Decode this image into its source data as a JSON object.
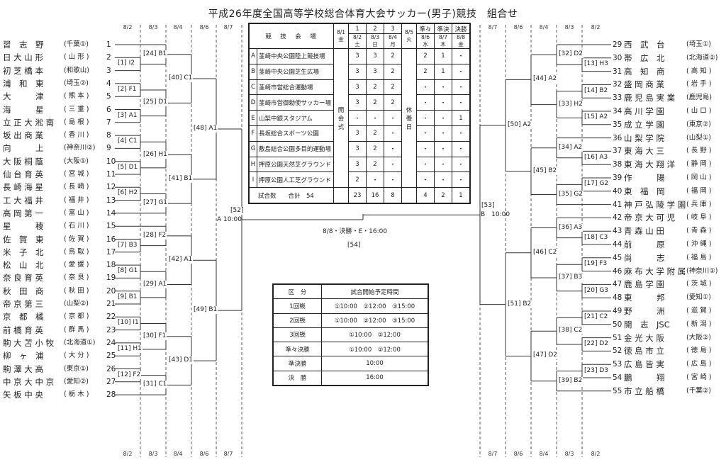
{
  "title": "平成26年度全国高等学校総合体育大会サッカー(男子)競技　組合せ",
  "round_dates": {
    "left": [
      "8/2",
      "8/3",
      "8/4",
      "8/6",
      "8/7"
    ],
    "right": [
      "8/7",
      "8/6",
      "8/4",
      "8/3",
      "8/2"
    ]
  },
  "left_teams": [
    {
      "no": "1",
      "name": "習　志　野",
      "pref": "(千葉①)"
    },
    {
      "no": "2",
      "name": "日 大 山 形",
      "pref": "( 山 形 )"
    },
    {
      "no": "3",
      "name": "初 芝 橋 本",
      "pref": "(和歌山)"
    },
    {
      "no": "4",
      "name": "浦　和　東",
      "pref": "(埼玉②)"
    },
    {
      "no": "5",
      "name": "大　　　津",
      "pref": "( 熊 本 )"
    },
    {
      "no": "6",
      "name": "海　　　星",
      "pref": "( 三 重 )"
    },
    {
      "no": "7",
      "name": "立 正 大 淞 南",
      "pref": "( 島 根 )"
    },
    {
      "no": "8",
      "name": "坂 出 商 業",
      "pref": "( 香 川 )"
    },
    {
      "no": "9",
      "name": "向　　　上",
      "pref": "(神奈川②)"
    },
    {
      "no": "10",
      "name": "大 阪 桐 蔭",
      "pref": "(大阪①)"
    },
    {
      "no": "11",
      "name": "仙 台 育 英",
      "pref": "( 宮 城 )"
    },
    {
      "no": "12",
      "name": "長 崎 海 星",
      "pref": "( 長 崎 )"
    },
    {
      "no": "13",
      "name": "工 大 福 井",
      "pref": "( 福 井 )"
    },
    {
      "no": "14",
      "name": "高 岡 第 一",
      "pref": "( 富 山 )"
    },
    {
      "no": "15",
      "name": "星　　　稜",
      "pref": "( 石 川 )"
    },
    {
      "no": "16",
      "name": "佐　賀　東",
      "pref": "( 佐 賀 )"
    },
    {
      "no": "17",
      "name": "米　子　北",
      "pref": "( 鳥 取 )"
    },
    {
      "no": "18",
      "name": "松　山　北",
      "pref": "( 愛 媛 )"
    },
    {
      "no": "19",
      "name": "奈 良 育 英",
      "pref": "( 奈 良 )"
    },
    {
      "no": "20",
      "name": "秋　田　商",
      "pref": "( 秋 田 )"
    },
    {
      "no": "21",
      "name": "帝 京 第 三",
      "pref": "(山梨②)"
    },
    {
      "no": "22",
      "name": "京　都　橘",
      "pref": "( 京 都 )"
    },
    {
      "no": "23",
      "name": "前 橋 育 英",
      "pref": "( 群 馬 )"
    },
    {
      "no": "24",
      "name": "駒 大 苫 小 牧",
      "pref": "(北海道①)"
    },
    {
      "no": "25",
      "name": "柳　ヶ　浦",
      "pref": "( 大 分 )"
    },
    {
      "no": "26",
      "name": "駒 澤 大 高",
      "pref": "(東京①)"
    },
    {
      "no": "27",
      "name": "中 京 大 中 京",
      "pref": "(愛知②)"
    },
    {
      "no": "28",
      "name": "矢 板 中 央",
      "pref": "( 栃 木 )"
    }
  ],
  "right_teams": [
    {
      "no": "29",
      "name": "西　武　台",
      "pref": "(埼玉①)"
    },
    {
      "no": "30",
      "name": "帯　広　北",
      "pref": "(北海道②)"
    },
    {
      "no": "31",
      "name": "高　知　商",
      "pref": "( 高 知 )"
    },
    {
      "no": "32",
      "name": "盛 岡 商 業",
      "pref": "( 岩 手 )"
    },
    {
      "no": "33",
      "name": "鹿 児 島 実 業",
      "pref": "(鹿児島)"
    },
    {
      "no": "34",
      "name": "高 川 学 園",
      "pref": "( 山 口 )"
    },
    {
      "no": "35",
      "name": "成 立 学 園",
      "pref": "(東京②)"
    },
    {
      "no": "36",
      "name": "山 梨 学 院",
      "pref": "(山梨①)"
    },
    {
      "no": "37",
      "name": "東 海 大 三",
      "pref": "( 長 野 )"
    },
    {
      "no": "38",
      "name": "東 海 大 翔 洋",
      "pref": "( 静 岡 )"
    },
    {
      "no": "39",
      "name": "作　　　陽",
      "pref": "( 岡 山 )"
    },
    {
      "no": "40",
      "name": "東　福　岡",
      "pref": "( 福 岡 )"
    },
    {
      "no": "41",
      "name": "神 戸 弘 陵 学 園",
      "pref": "( 兵 庫 )"
    },
    {
      "no": "42",
      "name": "帝 京 大 可 児",
      "pref": "( 岐 阜 )"
    },
    {
      "no": "43",
      "name": "青 森 山 田",
      "pref": "( 青 森 )"
    },
    {
      "no": "44",
      "name": "前　　　原",
      "pref": "( 沖 縄 )"
    },
    {
      "no": "45",
      "name": "尚　　　志",
      "pref": "( 福 島 )"
    },
    {
      "no": "46",
      "name": "麻 布 大 学 附 属",
      "pref": "(神奈川①)"
    },
    {
      "no": "47",
      "name": "鹿 島 学 園",
      "pref": "( 茨 城 )"
    },
    {
      "no": "48",
      "name": "東　　　邦",
      "pref": "(愛知①)"
    },
    {
      "no": "49",
      "name": "野　　　洲",
      "pref": "( 滋 賀 )"
    },
    {
      "no": "50",
      "name": "開　志　JSC",
      "pref": "( 新 潟 )"
    },
    {
      "no": "51",
      "name": "金 光 大 阪",
      "pref": "(大阪②)"
    },
    {
      "no": "52",
      "name": "徳 島 市 立",
      "pref": "( 徳 島 )"
    },
    {
      "no": "53",
      "name": "広 島 皆 実",
      "pref": "( 広 島 )"
    },
    {
      "no": "54",
      "name": "鵬　　　翔",
      "pref": "( 宮 崎 )"
    },
    {
      "no": "55",
      "name": "市 立 船 橋",
      "pref": "(千葉②)"
    }
  ],
  "match_labels": {
    "left": [
      "[24] B1",
      "[1] I2",
      "[40] C1",
      "[2] F1",
      "[25] D1",
      "[3] A1",
      "[48] A1",
      "[4] C1",
      "[26] H1",
      "[5] D1",
      "[41] B1",
      "[6] H2",
      "[27] G1",
      "[52]",
      "A 10:00",
      "[28] F2",
      "[7] B3",
      "[42] A1",
      "[8] G1",
      "[29] A1",
      "[9] B1",
      "[49] B1",
      "[10] I1",
      "[30] F1",
      "[11] H1",
      "[43] D1",
      "[12] F2",
      "[31] C1"
    ],
    "right": [
      "[32] D2",
      "[13] H3",
      "[44] A2",
      "[14] B2",
      "[33] H2",
      "[15] A2",
      "[50] A2",
      "[34] A2",
      "[16] A3",
      "[45] B2",
      "[17] G2",
      "[35] G2",
      "[53]",
      "B　10:00",
      "[36] A3",
      "[18] C3",
      "[46] C2",
      "[19] F3",
      "[37] B3",
      "[20] G3",
      "[51] B2",
      "[21] C2",
      "[38] C2",
      "[22] D2",
      "[47] D2",
      "[23] D3",
      "[39] B2"
    ]
  },
  "final": {
    "label": "8/8・決勝・E・16:00",
    "match": "[54]"
  },
  "venue_table": {
    "header": {
      "venue": "競　技　会　場",
      "rounds": [
        "1",
        "2",
        "3",
        "準々",
        "準決",
        "決勝"
      ],
      "dates": [
        "8/1\n金",
        "8/2\n土",
        "8/3\n日",
        "8/4\n月",
        "8/5\n火",
        "8/6\n水",
        "8/7\n木",
        "8/8\n金"
      ]
    },
    "opening": "開\n会\n式",
    "rest": "休\n養\n日",
    "rows": [
      {
        "code": "A",
        "name": "韮崎中央公園陸上競技場",
        "v": [
          "3",
          "3",
          "2",
          "2",
          "1",
          "・"
        ]
      },
      {
        "code": "B",
        "name": "韮崎中央公園芝生広場",
        "v": [
          "3",
          "3",
          "2",
          "2",
          "1",
          "・"
        ]
      },
      {
        "code": "C",
        "name": "韮崎市営総合運動場",
        "v": [
          "3",
          "2",
          "2",
          "・",
          "・",
          "・"
        ]
      },
      {
        "code": "D",
        "name": "韮崎市営御勅使サッカー場",
        "v": [
          "3",
          "2",
          "2",
          "・",
          "・",
          "・"
        ]
      },
      {
        "code": "E",
        "name": "山梨中銀スタジアム",
        "v": [
          "・",
          "・",
          "・",
          "・",
          "・",
          "1"
        ]
      },
      {
        "code": "F",
        "name": "長坂総合スポーツ公園",
        "v": [
          "3",
          "2",
          "・",
          "・",
          "・",
          "・"
        ]
      },
      {
        "code": "G",
        "name": "敷島総合公園多目的運動場",
        "v": [
          "3",
          "2",
          "・",
          "・",
          "・",
          "・"
        ]
      },
      {
        "code": "H",
        "name": "押原公園天然芝グラウンド",
        "v": [
          "3",
          "2",
          "・",
          "・",
          "・",
          "・"
        ]
      },
      {
        "code": "I",
        "name": "押原公園人工芝グラウンド",
        "v": [
          "2",
          "・",
          "・",
          "・",
          "・",
          "・"
        ]
      }
    ],
    "total": {
      "label": "試合数　　合計　54",
      "v": [
        "23",
        "16",
        "8",
        "4",
        "2",
        "1"
      ]
    }
  },
  "time_table": {
    "header": [
      "区　分",
      "試合開始予定時間"
    ],
    "rows": [
      [
        "1回戦",
        "①10:00　②12:00　③15:00"
      ],
      [
        "2回戦",
        "①10:00　②12:00　③15:00"
      ],
      [
        "3回戦",
        "①10:00　②12:00"
      ],
      [
        "準々決勝",
        "①10:00　②12:00"
      ],
      [
        "準決勝",
        "10:00"
      ],
      [
        "決　勝",
        "16:00"
      ]
    ]
  }
}
